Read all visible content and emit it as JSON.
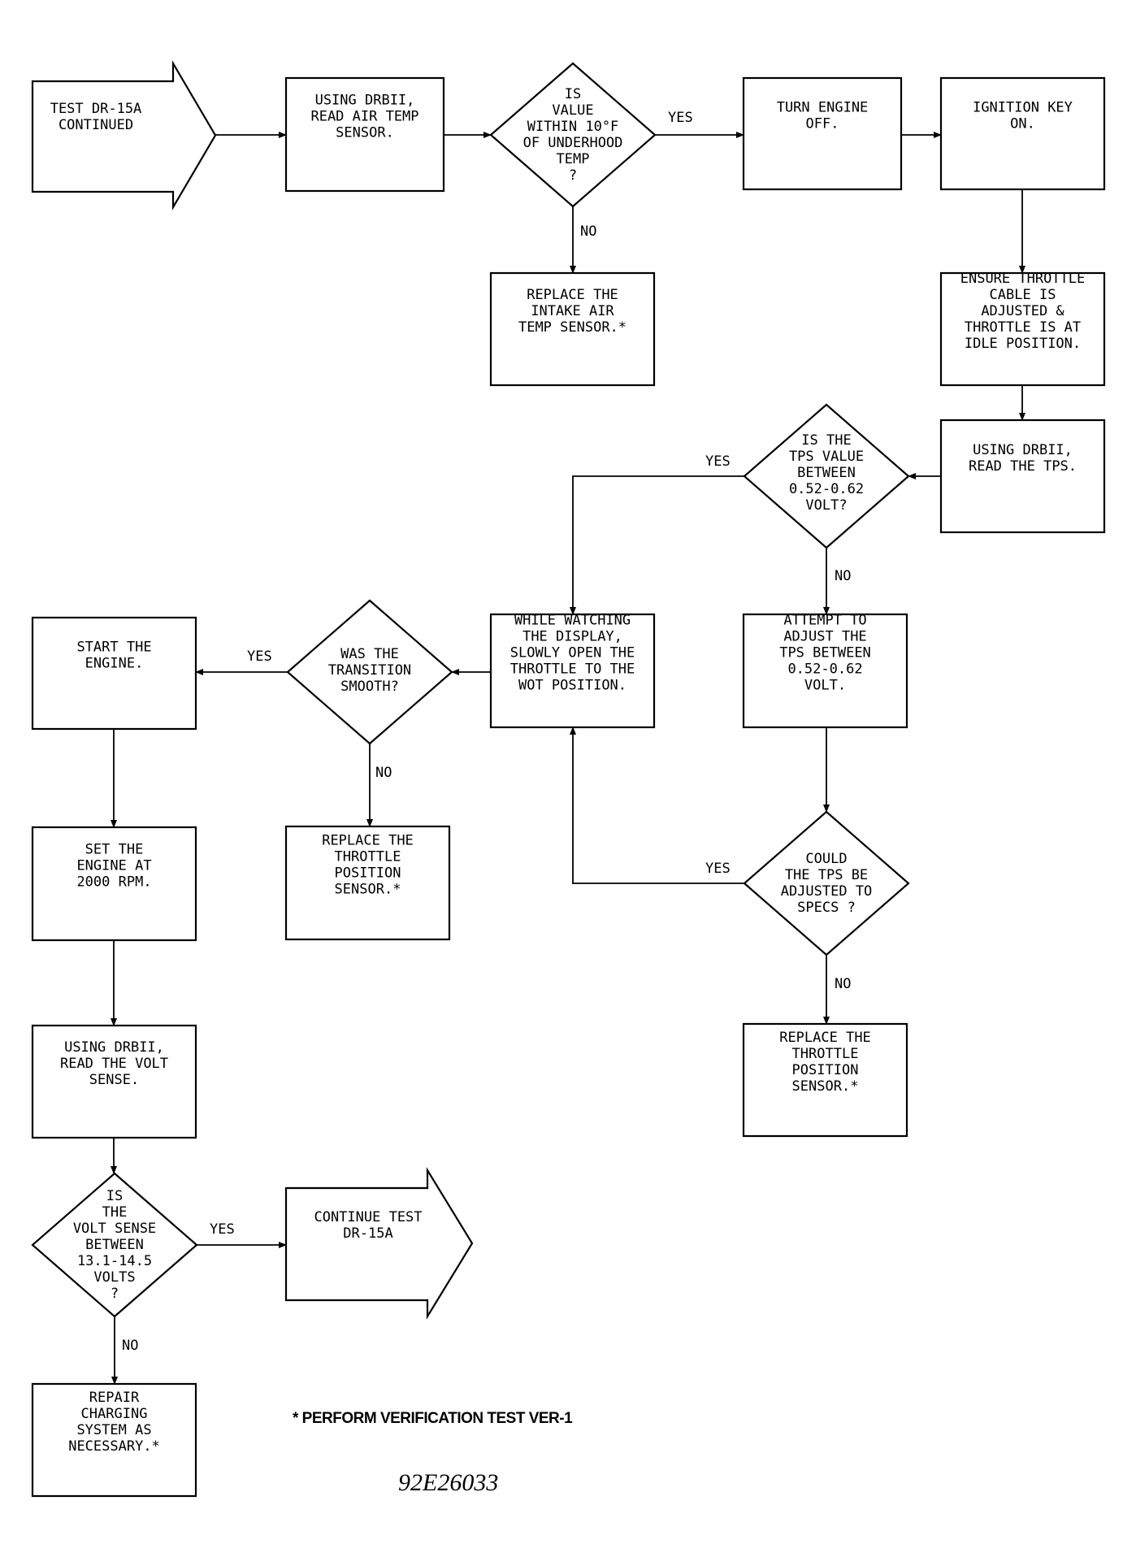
{
  "nodes": {
    "start": "TEST DR-15A\nCONTINUED",
    "read_air_temp": "USING DRBII,\nREAD AIR TEMP\nSENSOR.",
    "q_air_temp": "IS\nVALUE\nWITHIN 10°F\nOF UNDERHOOD\nTEMP\n?",
    "engine_off": "TURN ENGINE\nOFF.",
    "key_on": "IGNITION KEY\nON.",
    "replace_air_temp": "REPLACE THE\nINTAKE AIR\nTEMP SENSOR.*",
    "ensure_throttle": "ENSURE THROTTLE\nCABLE IS\nADJUSTED &\nTHROTTLE IS AT\nIDLE POSITION.",
    "read_tps": "USING DRBII,\nREAD THE TPS.",
    "q_tps": "IS THE\nTPS VALUE\nBETWEEN\n0.52-0.62\nVOLT?",
    "watch_display": "WHILE WATCHING\nTHE DISPLAY,\nSLOWLY OPEN THE\nTHROTTLE TO THE\nWOT POSITION.",
    "attempt_adjust": "ATTEMPT TO\nADJUST THE\nTPS BETWEEN\n0.52-0.62\nVOLT.",
    "q_transition": "WAS THE\nTRANSITION\nSMOOTH?",
    "start_engine": "START THE\nENGINE.",
    "replace_tps_1": "REPLACE THE\nTHROTTLE\nPOSITION\nSENSOR.*",
    "q_adjusted": "COULD\nTHE TPS BE\nADJUSTED TO\nSPECS ?",
    "replace_tps_2": "REPLACE THE\nTHROTTLE\nPOSITION\nSENSOR.*",
    "set_rpm": "SET THE\nENGINE AT\n2000 RPM.",
    "read_volt": "USING DRBII,\nREAD THE VOLT\nSENSE.",
    "q_volt": "IS\nTHE\nVOLT SENSE\nBETWEEN\n13.1-14.5\nVOLTS\n?",
    "continue": "CONTINUE TEST\nDR-15A",
    "repair_charging": "REPAIR\nCHARGING\nSYSTEM AS\nNECESSARY.*"
  },
  "labels": {
    "yes": "YES",
    "no": "NO"
  },
  "footnote": "* PERFORM VERIFICATION TEST VER-1",
  "figure_id": "92E26033"
}
